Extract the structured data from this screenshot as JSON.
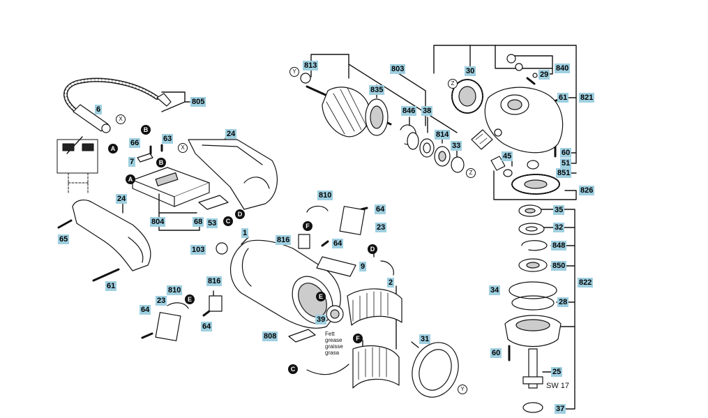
{
  "labels": {
    "p813": "813",
    "p803": "803",
    "p835": "835",
    "p805": "805",
    "p6": "6",
    "p66": "66",
    "p63": "63",
    "p7": "7",
    "p24a": "24",
    "p24b": "24",
    "p65": "65",
    "p804": "804",
    "p68": "68",
    "p53": "53",
    "p61a": "61",
    "p61b": "61",
    "p810a": "810",
    "p810b": "810",
    "p64a": "64",
    "p64b": "64",
    "p64c": "64",
    "p64d": "64",
    "p23a": "23",
    "p23b": "23",
    "p1": "1",
    "p816a": "816",
    "p816b": "816",
    "p103": "103",
    "p9": "9",
    "p2": "2",
    "p39": "39",
    "p808": "808",
    "p31": "31",
    "p846": "846",
    "p38": "38",
    "p814": "814",
    "p33": "33",
    "p30": "30",
    "p840": "840",
    "p29": "29",
    "p821": "821",
    "p60a": "60",
    "p60b": "60",
    "p51": "51",
    "p851": "851",
    "p45": "45",
    "p826": "826",
    "p35": "35",
    "p32": "32",
    "p848": "848",
    "p850": "850",
    "p822": "822",
    "p34": "34",
    "p28": "28",
    "p25": "25",
    "p37": "37"
  },
  "markers": {
    "A": "A",
    "B": "B",
    "C": "C",
    "D": "D",
    "E": "E",
    "F": "F",
    "X": "X",
    "Y": "Y",
    "Z": "Z"
  },
  "notes": {
    "grease": "Fett\ngrease\ngraisse\ngrasa",
    "sw17": "SW 17"
  },
  "colors": {
    "label_bg": "#9ecfe0",
    "line": "#111111"
  }
}
